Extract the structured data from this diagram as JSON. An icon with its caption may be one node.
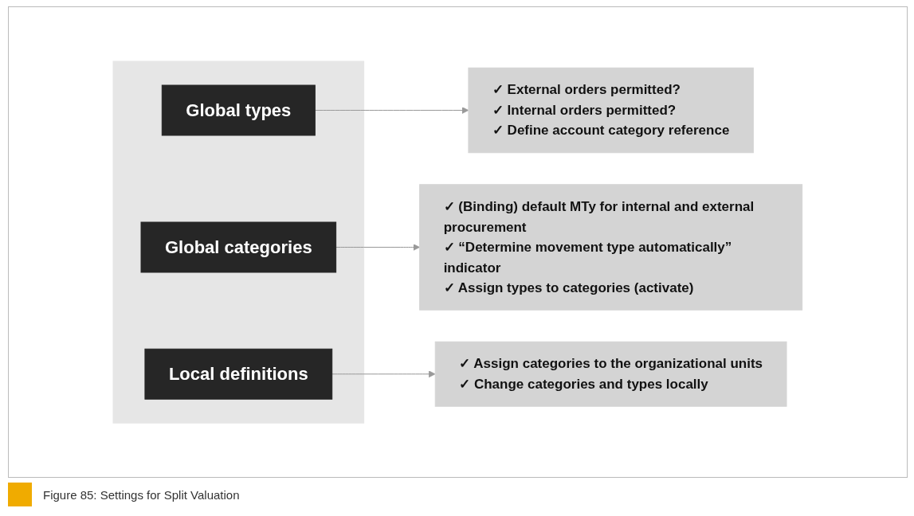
{
  "diagram": {
    "caption": "Figure 85: Settings for Split Valuation",
    "nodes": [
      {
        "text": [],
        "shape": "box"
      },
      {
        "text": [
          "Global types"
        ],
        "in": 0
      },
      {
        "text": [
          "Global categories"
        ],
        "in": 0
      },
      {
        "text": [
          "Local definitions"
        ],
        "in": 0
      },
      {
        "text": [
          "✓ External orders permitted?",
          "✓ Internal orders permitted?",
          "✓ Define account category reference"
        ]
      },
      {
        "text": [
          "✓ (Binding) default MTy for internal and external procurement",
          "✓ “Determine movement type automatically” indicator",
          "✓ Assign types to categories (activate)"
        ]
      },
      {
        "text": [
          "✓ Assign categories to the organizational units",
          "✓ Change categories and types locally"
        ]
      }
    ],
    "edges": [
      {
        "from": 1,
        "to": 4,
        "arrow": "to"
      },
      {
        "from": 2,
        "to": 5,
        "arrow": "to"
      },
      {
        "from": 3,
        "to": 6,
        "arrow": "to"
      }
    ]
  }
}
